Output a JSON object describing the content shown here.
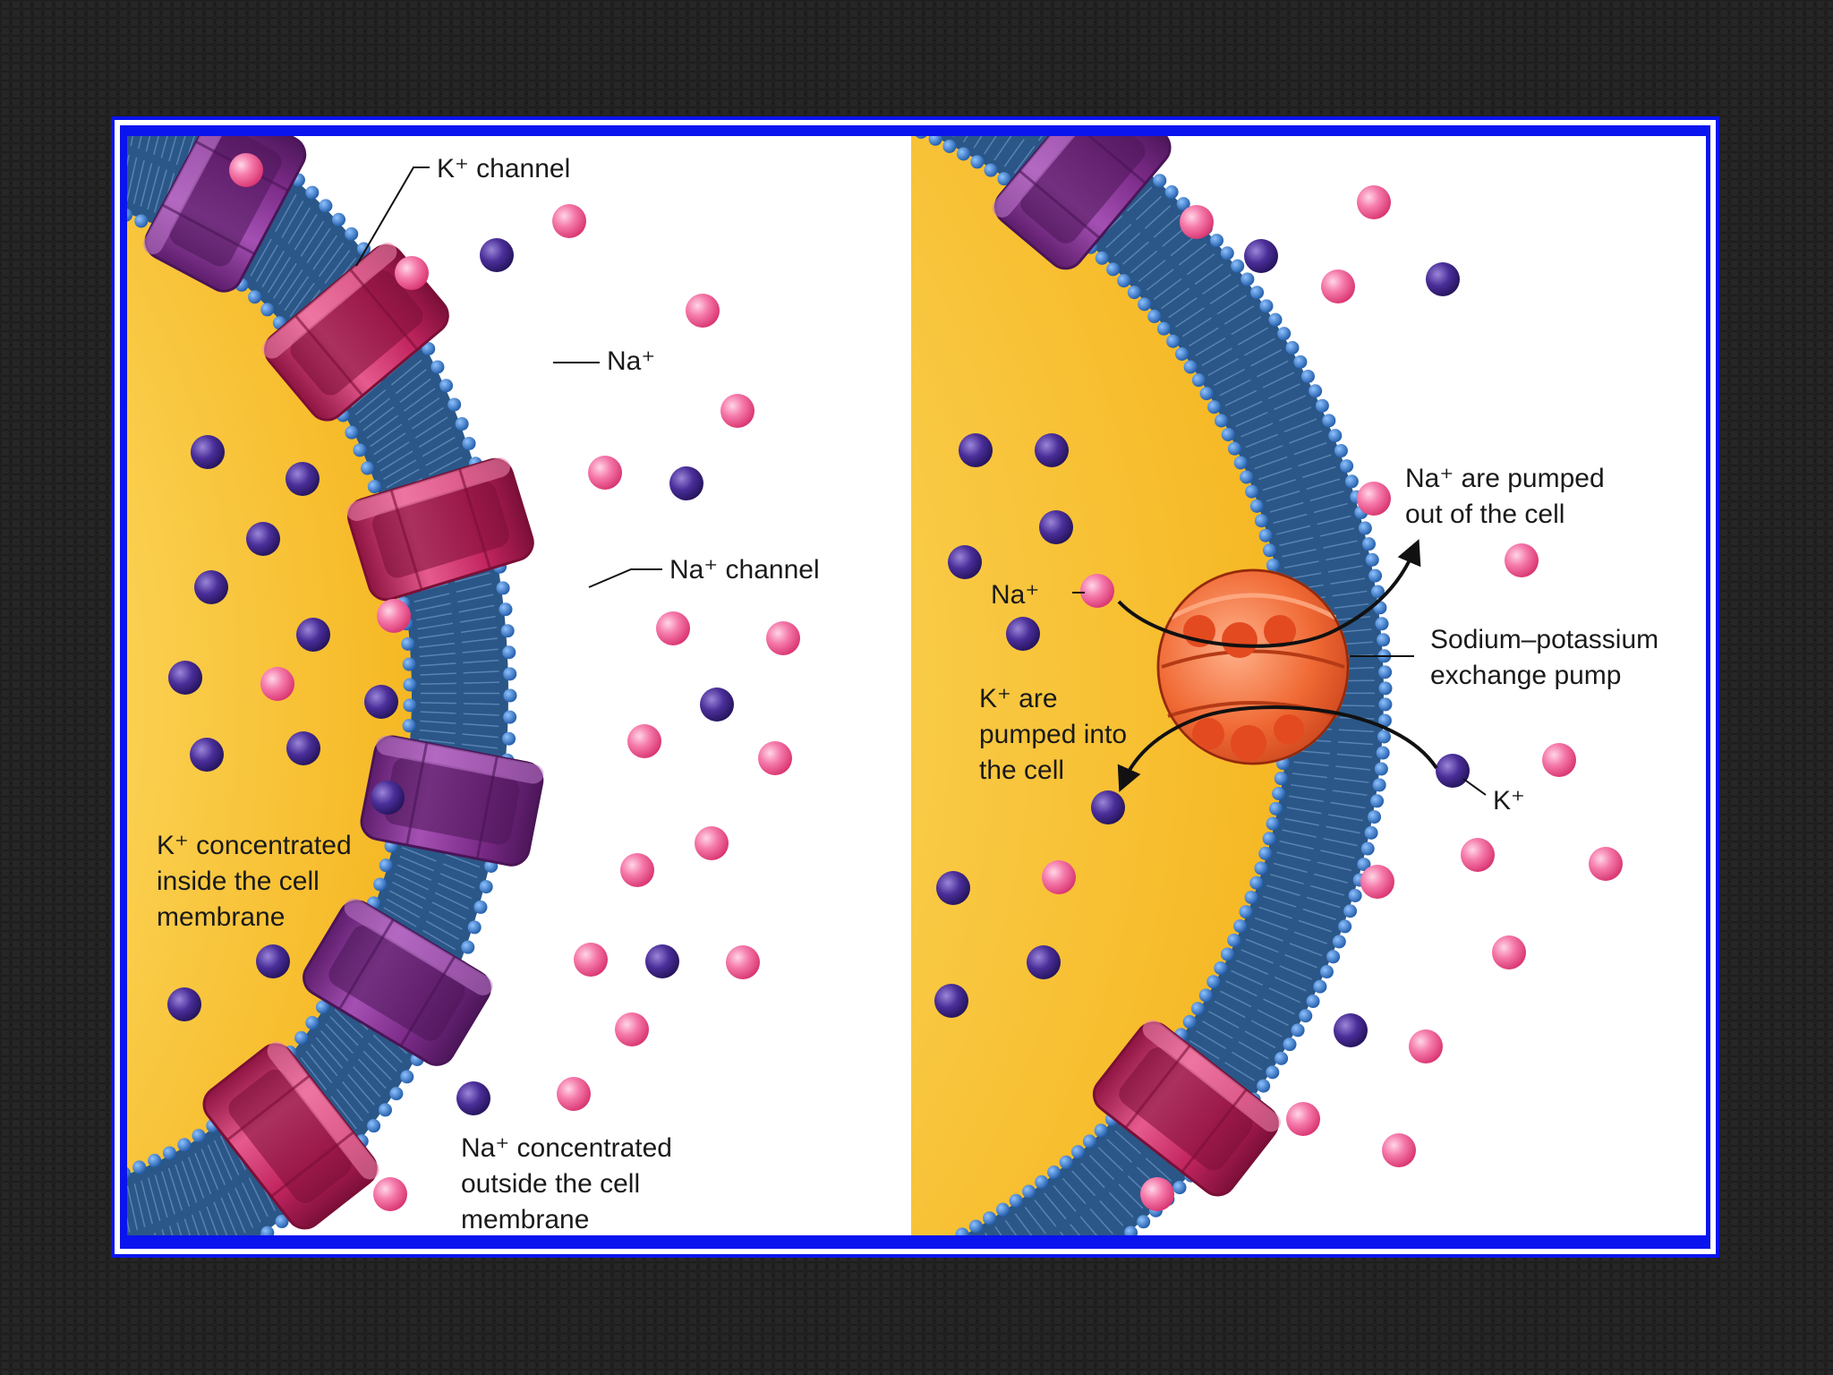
{
  "colors": {
    "frame": "#0a14ee",
    "panel": "#ffffff",
    "cytoplasm": "#f9c63a",
    "membrane": "#2a5788",
    "phospholipid_head": "#2e6fc0",
    "na_ion": "#ee4f8e",
    "k_ion": "#3b2380",
    "k_channel": "#7d2c8a",
    "na_channel": "#c2255f",
    "pump": "#e8552a"
  },
  "left_panel": {
    "k_channel_label": "K⁺ channel",
    "na_ion_label": "Na⁺",
    "na_channel_label": "Na⁺ channel",
    "k_inside_lines": [
      "K⁺ concentrated",
      "inside the cell",
      "membrane"
    ],
    "na_outside_lines": [
      "Na⁺ concentrated",
      "outside the cell",
      "membrane"
    ]
  },
  "right_panel": {
    "na_pumped_lines": [
      "Na⁺ are pumped",
      "out of the cell"
    ],
    "na_ion_label": "Na⁺",
    "pump_lines": [
      "Sodium–potassium",
      "exchange pump"
    ],
    "k_pumped_lines": [
      "K⁺ are",
      "pumped into",
      "the cell"
    ],
    "k_ion_label": "K⁺"
  }
}
